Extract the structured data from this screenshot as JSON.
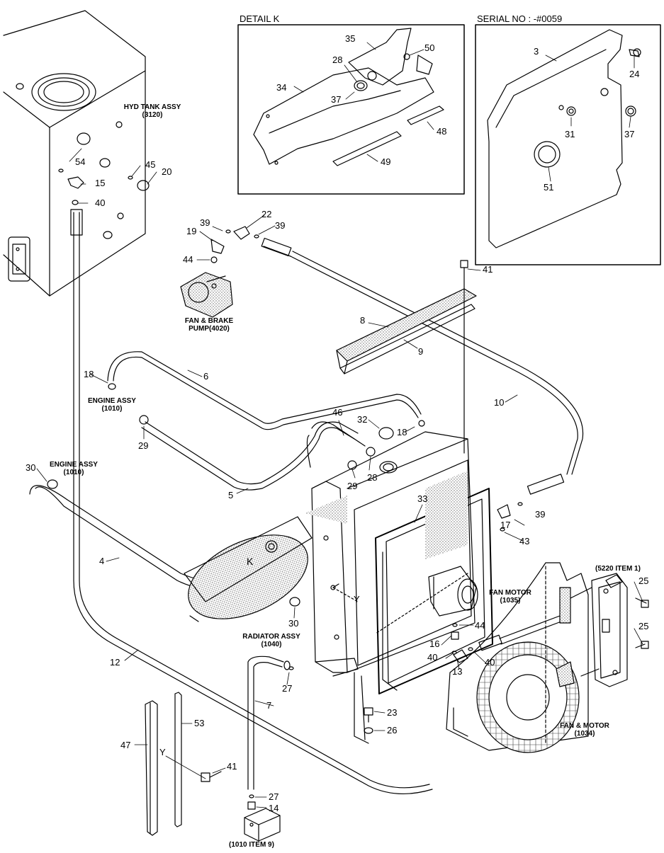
{
  "detail_k_title": "DETAIL K",
  "serial_title": "SERIAL NO : -#0059",
  "captions": {
    "hyd_tank": [
      "HYD TANK ASSY",
      "(3120)"
    ],
    "fan_brake_pump": [
      "FAN & BRAKE",
      "PUMP(4020)"
    ],
    "engine_assy_1": [
      "ENGINE ASSY",
      "(1010)"
    ],
    "engine_assy_2": [
      "ENGINE ASSY",
      "(1010)"
    ],
    "radiator_assy": [
      "RADIATOR ASSY",
      "(1040)"
    ],
    "fan_motor_1035": [
      "FAN MOTOR",
      "(1035)"
    ],
    "item_5220": [
      "(5220 ITEM 1)"
    ],
    "fan_motor_1034": [
      "FAN & MOTOR",
      "(1034)"
    ],
    "item_1010_9": [
      "(1010 ITEM 9)"
    ]
  },
  "callouts": {
    "c35": "35",
    "c50": "50",
    "c28a": "28",
    "c34": "34",
    "c37a": "37",
    "c48": "48",
    "c49": "49",
    "c3": "3",
    "c24": "24",
    "c31": "31",
    "c37b": "37",
    "c51": "51",
    "c54": "54",
    "c45": "45",
    "c20": "20",
    "c15": "15",
    "c40a": "40",
    "c39a": "39",
    "c22": "22",
    "c19": "19",
    "c39b": "39",
    "c44a": "44",
    "c41a": "41",
    "c8": "8",
    "c9": "9",
    "c18a": "18",
    "c6": "6",
    "c10": "10",
    "c29a": "29",
    "c46": "46",
    "c32": "32",
    "c18b": "18",
    "c5": "5",
    "c29b": "29",
    "c28b": "28",
    "c30a": "30",
    "c33": "33",
    "c17": "17",
    "c39c": "39",
    "c43": "43",
    "c4": "4",
    "cK": "K",
    "cY1": "Y",
    "c30b": "30",
    "c44b": "44",
    "c25a": "25",
    "c25b": "25",
    "c16": "16",
    "c40b": "40",
    "c40c": "40",
    "c13": "13",
    "c12": "12",
    "c27a": "27",
    "c7": "7",
    "c23": "23",
    "c26": "26",
    "c47": "47",
    "c53": "53",
    "cY2": "Y",
    "c41b": "41",
    "c27b": "27",
    "c14": "14"
  }
}
